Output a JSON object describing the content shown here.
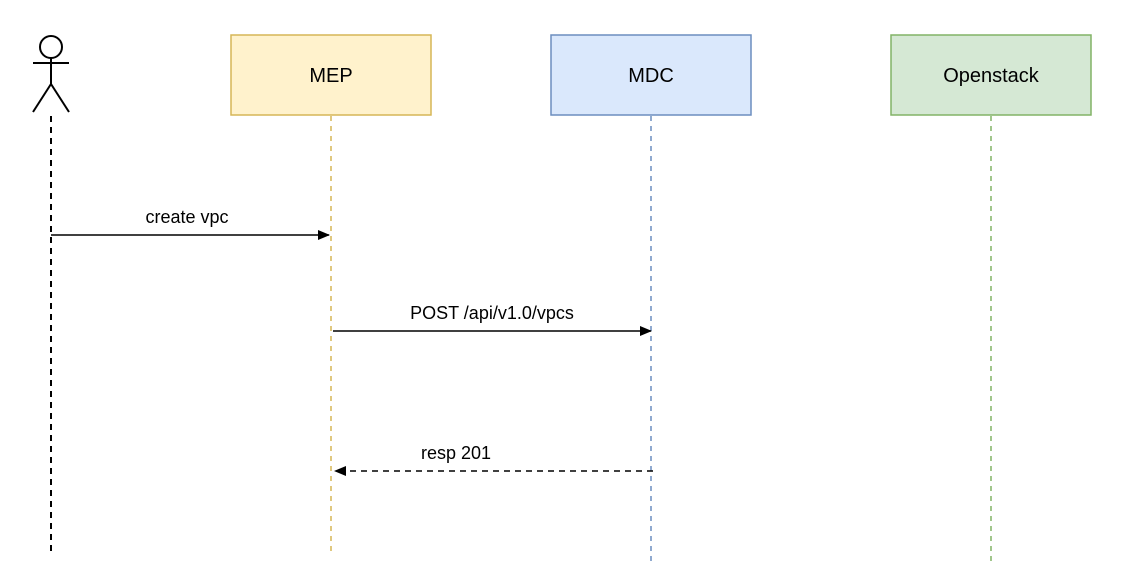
{
  "diagram": {
    "type": "sequence-diagram",
    "actor": {
      "lifeline_color": "#000000"
    },
    "participants": [
      {
        "id": "mep",
        "label": "MEP",
        "fill": "#FFF2CC",
        "stroke": "#D6B656"
      },
      {
        "id": "mdc",
        "label": "MDC",
        "fill": "#DAE8FC",
        "stroke": "#6C8EBF"
      },
      {
        "id": "openstack",
        "label": "Openstack",
        "fill": "#D5E8D4",
        "stroke": "#82B366"
      }
    ],
    "messages": [
      {
        "label": "create vpc",
        "from": "actor",
        "to": "mep",
        "style": "solid"
      },
      {
        "label": "POST /api/v1.0/vpcs",
        "from": "mep",
        "to": "mdc",
        "style": "solid"
      },
      {
        "label": "resp 201",
        "from": "mdc",
        "to": "mep",
        "style": "dashed"
      }
    ]
  }
}
